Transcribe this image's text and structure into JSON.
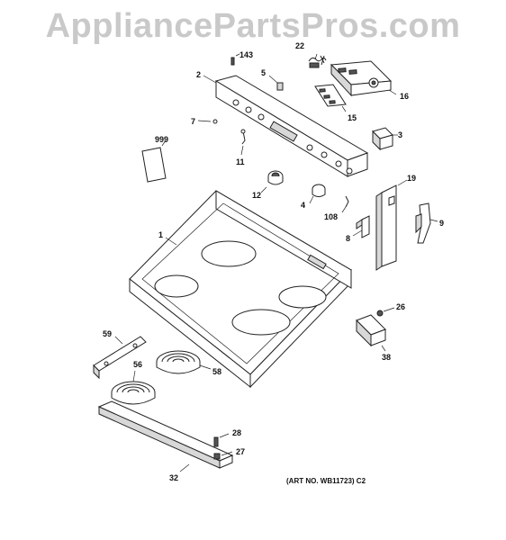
{
  "watermark": "AppliancePartsPros.com",
  "art_number": "(ART NO. WB11723) C2",
  "callouts": {
    "p143": "143",
    "p22": "22",
    "p5": "5",
    "p2": "2",
    "p16": "16",
    "p15": "15",
    "p7": "7",
    "p3": "3",
    "p999": "999",
    "p11": "11",
    "p19": "19",
    "p12": "12",
    "p4": "4",
    "p108": "108",
    "p9": "9",
    "p1": "1",
    "p8": "8",
    "p26": "26",
    "p38": "38",
    "p59": "59",
    "p56": "56",
    "p58": "58",
    "p28": "28",
    "p27": "27",
    "p32": "32"
  }
}
